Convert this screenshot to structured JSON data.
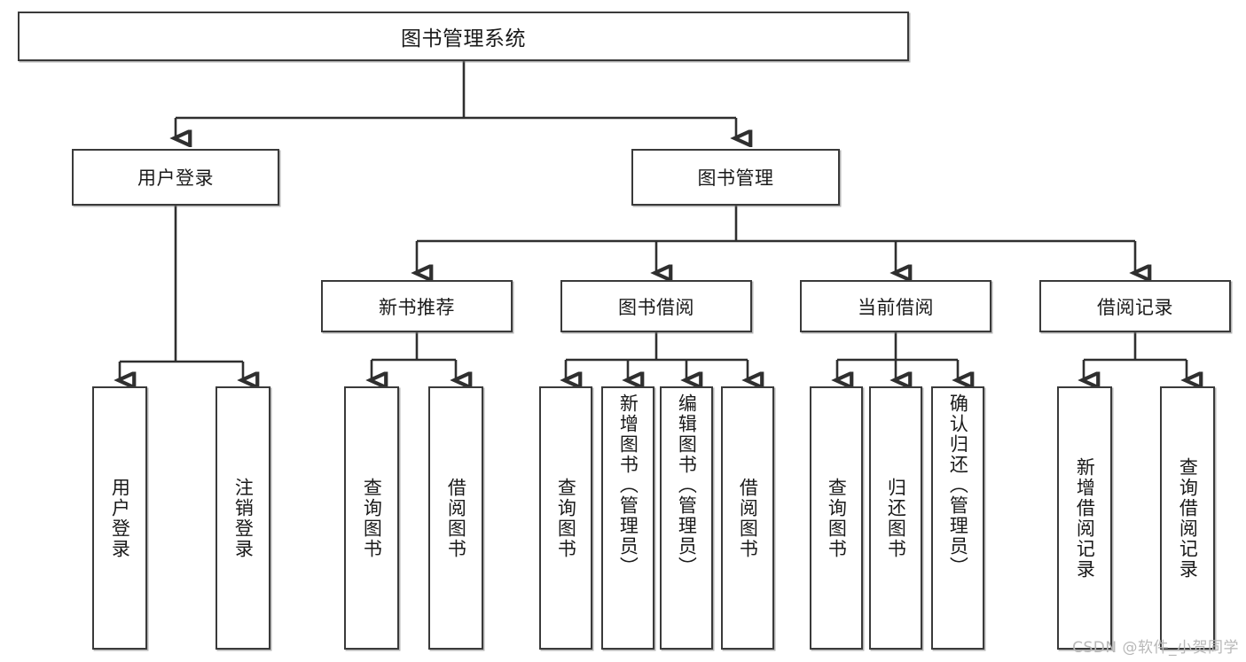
{
  "diagram": {
    "type": "tree-hierarchy-diagram",
    "title": "图书管理系统",
    "root": {
      "label": "图书管理系统",
      "children": [
        {
          "label": "用户登录",
          "children": [
            {
              "label": "用户登录"
            },
            {
              "label": "注销登录"
            }
          ]
        },
        {
          "label": "图书管理",
          "children": [
            {
              "label": "新书推荐",
              "children": [
                {
                  "label": "查询图书"
                },
                {
                  "label": "借阅图书"
                }
              ]
            },
            {
              "label": "图书借阅",
              "children": [
                {
                  "label": "查询图书"
                },
                {
                  "label": "新增图书（管理员）"
                },
                {
                  "label": "编辑图书（管理员）"
                },
                {
                  "label": "借阅图书"
                }
              ]
            },
            {
              "label": "当前借阅",
              "children": [
                {
                  "label": "查询图书"
                },
                {
                  "label": "归还图书"
                },
                {
                  "label": "确认归还（管理员）"
                }
              ]
            },
            {
              "label": "借阅记录",
              "children": [
                {
                  "label": "新增借阅记录"
                },
                {
                  "label": "查询借阅记录"
                }
              ]
            }
          ]
        }
      ]
    },
    "nodes": {
      "root": "图书管理系统",
      "user_login": "用户登录",
      "book_manage": "图书管理",
      "new_book_rec": "新书推荐",
      "book_borrow": "图书借阅",
      "current_borrow": "当前借阅",
      "borrow_record": "借阅记录",
      "leaf_user_login": "用户登录",
      "leaf_logout": "注销登录",
      "leaf_query_book_a": "查询图书",
      "leaf_borrow_book_a": "借阅图书",
      "leaf_query_book_b": "查询图书",
      "leaf_add_book": "新增图书（管理员）",
      "leaf_edit_book": "编辑图书（管理员）",
      "leaf_borrow_book_b": "借阅图书",
      "leaf_query_book_c": "查询图书",
      "leaf_return_book": "归还图书",
      "leaf_confirm_return": "确认归还（管理员）",
      "leaf_add_record": "新增借阅记录",
      "leaf_query_record": "查询借阅记录"
    },
    "colors": {
      "border": "#3a3a3a",
      "connector": "#2f2f2f",
      "background": "#ffffff",
      "text": "#1a1a1a",
      "watermark": "#b8b8b8"
    }
  },
  "watermark": {
    "text": "CSDN @软件_小贺同学"
  }
}
